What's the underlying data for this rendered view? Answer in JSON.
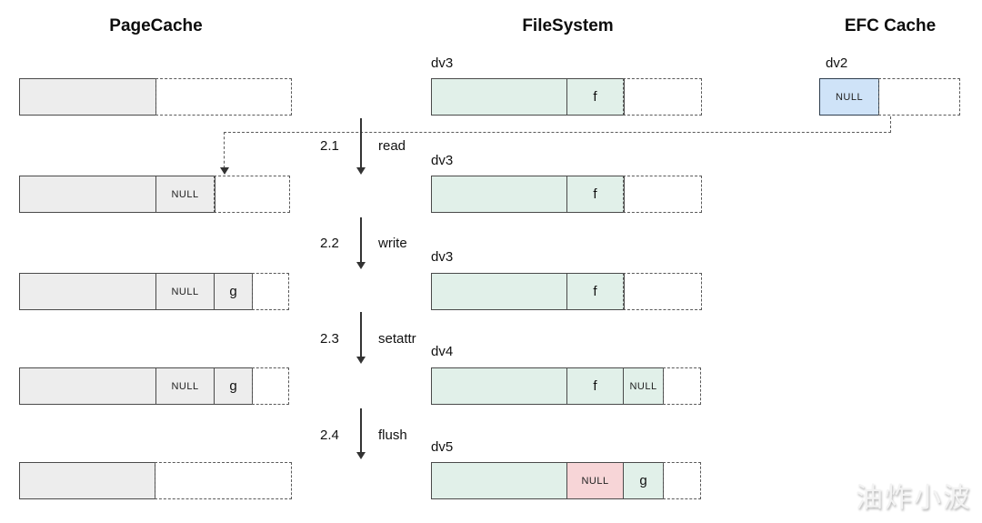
{
  "columns": {
    "pagecache": "PageCache",
    "filesystem": "FileSystem",
    "efc": "EFC Cache"
  },
  "steps": [
    {
      "num": "2.1",
      "action": "read"
    },
    {
      "num": "2.2",
      "action": "write"
    },
    {
      "num": "2.3",
      "action": "setattr"
    },
    {
      "num": "2.4",
      "action": "flush"
    }
  ],
  "pagecache_rows": [
    {
      "cells": [
        "",
        ""
      ]
    },
    {
      "cells": [
        "",
        "NULL",
        ""
      ]
    },
    {
      "cells": [
        "",
        "NULL",
        "g",
        ""
      ]
    },
    {
      "cells": [
        "",
        "NULL",
        "g",
        ""
      ]
    },
    {
      "cells": [
        "",
        ""
      ]
    }
  ],
  "filesystem_rows": [
    {
      "label": "dv3",
      "cells": [
        "",
        "f",
        ""
      ]
    },
    {
      "label": "dv3",
      "cells": [
        "",
        "f",
        ""
      ]
    },
    {
      "label": "dv3",
      "cells": [
        "",
        "f",
        ""
      ]
    },
    {
      "label": "dv4",
      "cells": [
        "",
        "f",
        "NULL",
        ""
      ]
    },
    {
      "label": "dv5",
      "cells": [
        "",
        "NULL",
        "g",
        ""
      ]
    }
  ],
  "efc": {
    "label": "dv2",
    "cell": "NULL"
  },
  "watermark": "油炸小波",
  "colors": {
    "gray": "#ededed",
    "green": "#e1f0e9",
    "blue": "#cfe3f8",
    "pink": "#f7d5d7",
    "line": "#4a4a4a"
  }
}
